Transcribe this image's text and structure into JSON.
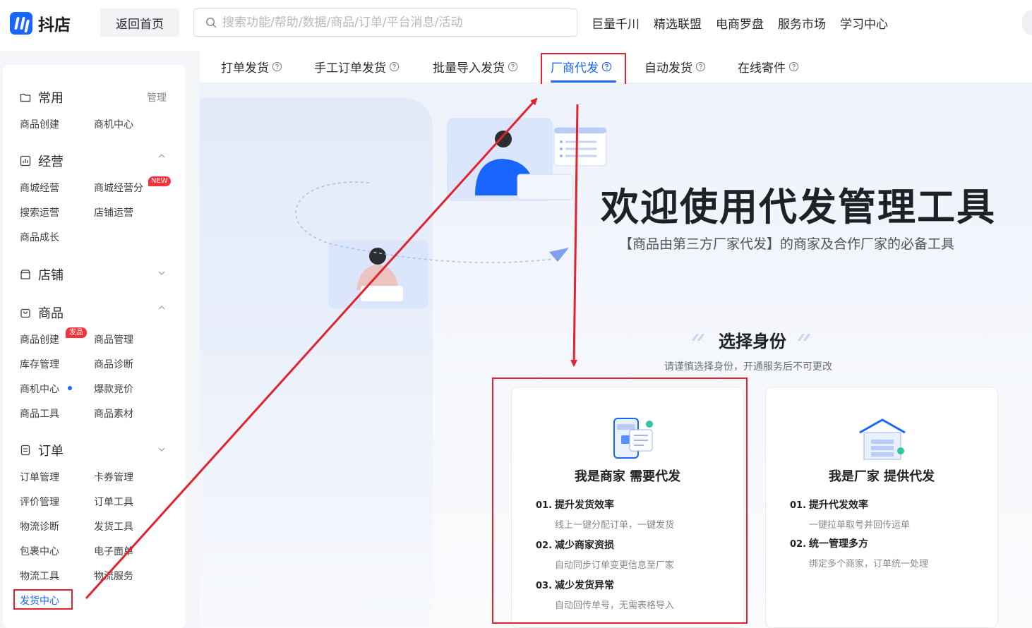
{
  "header": {
    "logo_text": "抖店",
    "home_button": "返回首页",
    "search_placeholder": "搜索功能/帮助/数据/商品/订单/平台消息/活动",
    "nav": [
      "巨量千川",
      "精选联盟",
      "电商罗盘",
      "服务市场",
      "学习中心"
    ]
  },
  "sidebar": {
    "common": {
      "title": "常用",
      "manage": "管理",
      "links": [
        "商品创建",
        "商机中心"
      ]
    },
    "operation": {
      "title": "经营",
      "links": [
        "商城经营",
        "商城经营分",
        "搜索运营",
        "店铺运营",
        "商品成长"
      ],
      "new_badge": "NEW"
    },
    "shop": {
      "title": "店铺"
    },
    "goods": {
      "title": "商品",
      "links": [
        "商品创建",
        "商品管理",
        "库存管理",
        "商品诊断",
        "商机中心",
        "爆款竞价",
        "商品工具",
        "商品素材"
      ],
      "fp_badge": "发品"
    },
    "order": {
      "title": "订单",
      "links": [
        "订单管理",
        "卡券管理",
        "评价管理",
        "订单工具",
        "物流诊断",
        "发货工具",
        "包裹中心",
        "电子面单",
        "物流工具",
        "物流服务",
        "发货中心"
      ]
    }
  },
  "tabs": [
    "打单发货",
    "手工订单发货",
    "批量导入发货",
    "厂商代发",
    "自动发货",
    "在线寄件"
  ],
  "hero": {
    "title": "欢迎使用代发管理工具",
    "subtitle": "【商品由第三方厂家代发】的商家及合作厂家的必备工具",
    "choose_title": "选择身份",
    "choose_sub": "请谨慎选择身份，开通服务后不可更改"
  },
  "cards": {
    "merchant": {
      "title": "我是商家 需要代发",
      "features": [
        {
          "num": "01.",
          "title": "提升发货效率",
          "desc": "线上一键分配订单，一键发货"
        },
        {
          "num": "02.",
          "title": "减少商家资损",
          "desc": "自动同步订单变更信息至厂家"
        },
        {
          "num": "03.",
          "title": "减少发货异常",
          "desc": "自动回传单号，无需表格导入"
        }
      ]
    },
    "factory": {
      "title": "我是厂家 提供代发",
      "features": [
        {
          "num": "01.",
          "title": "提升代发效率",
          "desc": "一键拉单取号并回传运单"
        },
        {
          "num": "02.",
          "title": "统一管理多方",
          "desc": "绑定多个商家，订单统一处理"
        }
      ]
    }
  },
  "colors": {
    "accent": "#1966ff",
    "annotation": "#e2222c"
  }
}
